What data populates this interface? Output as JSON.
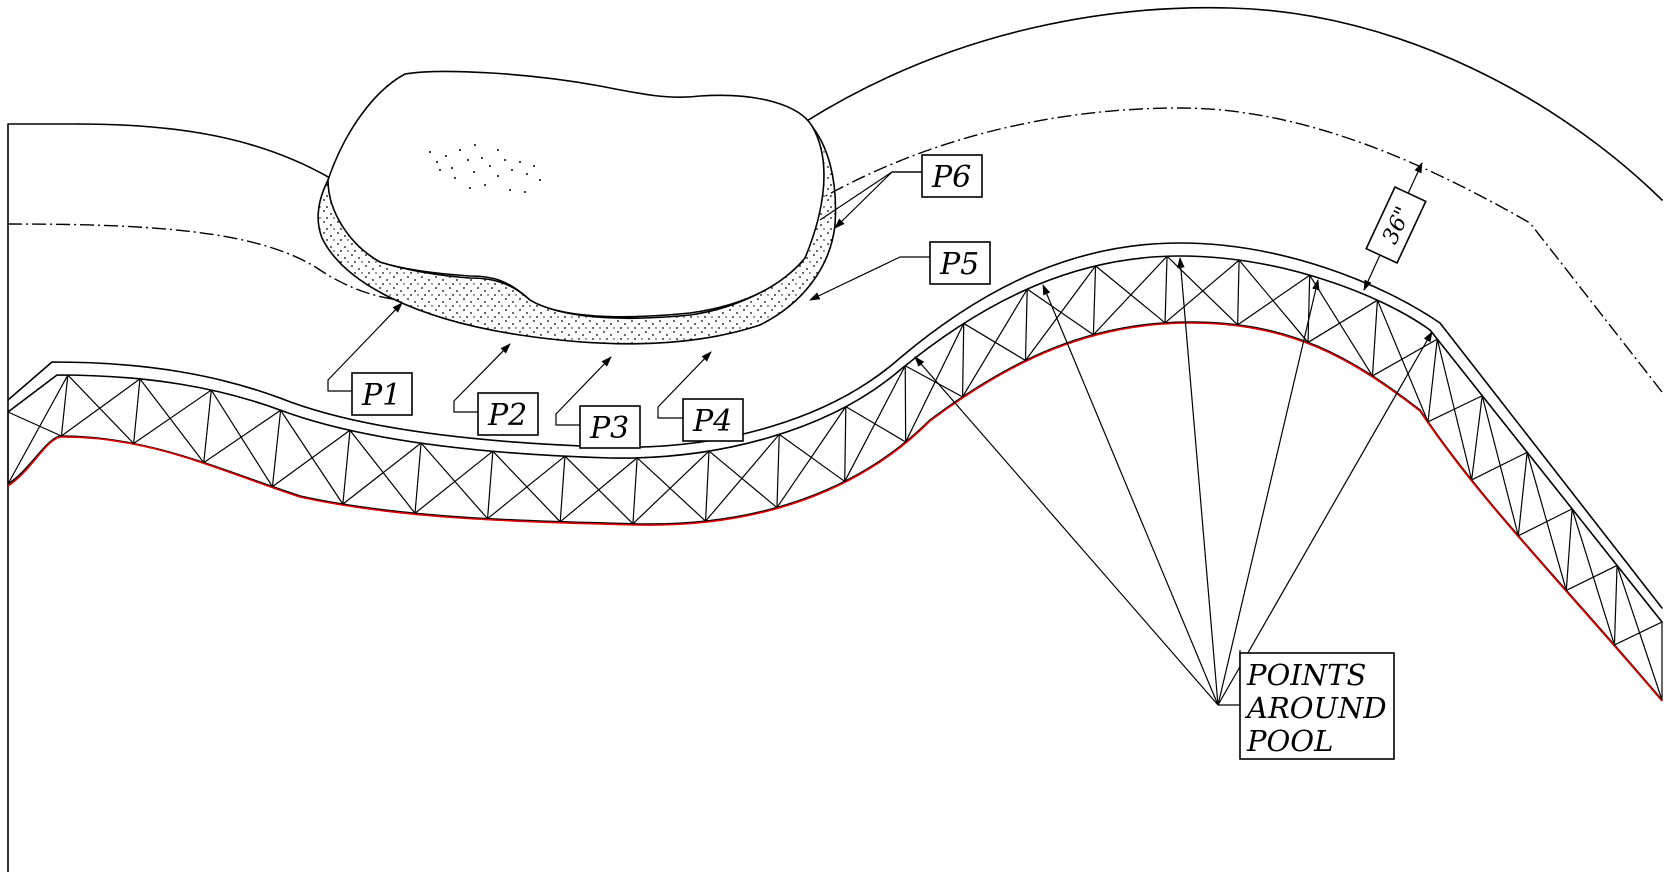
{
  "labels": {
    "p1": "P1",
    "p2": "P2",
    "p3": "P3",
    "p4": "P4",
    "p5": "P5",
    "p6": "P6"
  },
  "dimension": "36\"",
  "note": {
    "line1": "POINTS",
    "line2": "AROUND",
    "line3": "POOL"
  },
  "colors": {
    "linework": "#000000",
    "pool_edge_trace": "#e00000"
  }
}
